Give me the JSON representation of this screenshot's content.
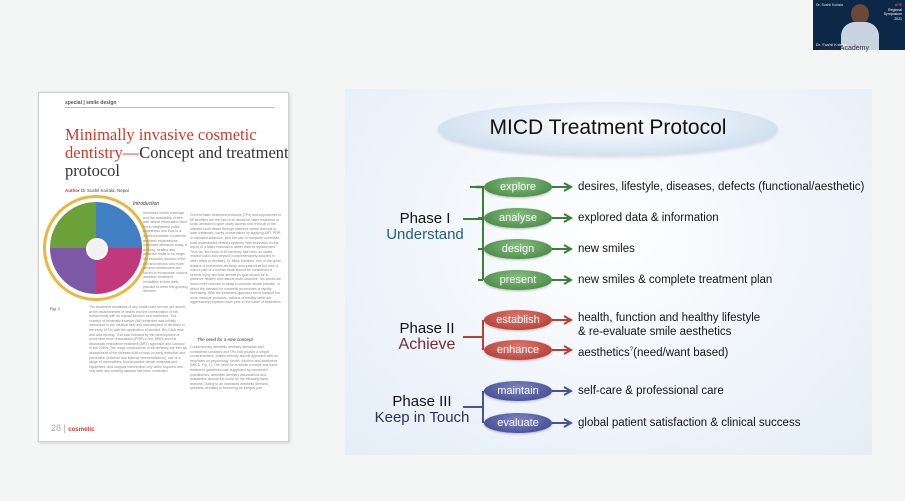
{
  "presenter": {
    "name_top": "Dr. Sushil Koirala",
    "name_bottom": "Dr. Sushil Koirala",
    "banner_brand": "APE",
    "banner_line1": "Regional",
    "banner_line2": "Symposium",
    "banner_year": "2021",
    "caption": "Global Academy"
  },
  "magazine": {
    "header": "special | smile design",
    "title_red": "Minimally invasive cosmetic dentistry—",
    "title_dark": "Concept and treatment protocol",
    "author_label": "Author",
    "author_name": "Dr Sushil Koirala, Nepal",
    "intro_heading": "Introduction",
    "intro_text": "Increased media coverage and the availability of free web-based information have led to heightened public awareness and thus to a marked increase in patients' aesthetic expectations. Increased demands today, a glowing, healthy and attractive smile is no longer the exclusive domain of the rich and famous and more general practitioners are forced to incorporate various aesthetic treatment modalities in their daily practice to meet this growing demand.",
    "fig_label": "Fig. 1",
    "col_left_text": "The treatment modalities of any health care service are aimed at the establishment of health and the conservation of the human body with its natural function and aesthetics. The concept of minimally invasive (MI) treatment was initially introduced in the medical field and was adopted in dentistry in the early 1970s with the application of etchant, Bis-GMA resin and acid etching. This was followed by the development of preventive resin restorations (PRR) in the 1980s and the atraumatic restorative treatment (ART) approach and Carisolv in the 1990s. The major components of MI dentistry are the risk assessment of the disease with a focus on early detection and prevention (external and internal remineralisation), use of a range of restorations, biocompatible dental materials and equipment, and surgical intervention only when required and only after any existing disease has been controlled.",
    "col_right_text": "Current basic treatment protocols (TPs) and approaches in MI dentistry are the use of an abrasion, laser treatment or sonic abrasion to gain cavity access and removal of the infected tooth tissue through selective caries removal or laser treatment, cavity conservation by applying ART, PRR, or standard adhesive; thus the use of computer controlled local anaesthesia delivery systems 'with emphasis on the report of a failed restoration rather than its replacement.' Thus far, the focus of MI dentistry has been on caries related topics and beyond comprehensively adopted in other fields of dentistry. Dr Miles Martinez, one of the great leaders of preventive dentistry, advocated that the loss of even a part of a human tooth should be considered a serious injury and that dentistry's goal should be to preserve healthy and natural tooth structure. His words are much more relevant in today's cosmetic dental practice, in which the demand for cosmetic procedures is rapidly increasing. With the treatment approach trend towards the more invasive protocols, millions of healthy teeth are aggressively prepared each year in the name of aesthetics.",
    "need_heading": "The need for a new concept",
    "col_right_text2": "Contemporary aesthetic dentistry demands well-considered concepts and TPs that provide a simple, comprehensive, patient-friendly and MI approach with an emphasis on psychology, health, function and aesthetics (MICD, Fig. 1). The need for a holistic concept and basic treatment guidelines was suggested by concerned practitioners, aesthetic dentistry associations and academics around the world for the following basic reasons: Owing to an increased aesthetic demand, aesthetic dentistry is becoming an integral part",
    "footer_page": "28",
    "footer_brand": "cosmetic"
  },
  "slide": {
    "title": "MICD Treatment Protocol",
    "phases": [
      {
        "line1": "Phase I",
        "line2": "Understand"
      },
      {
        "line1": "Phase II",
        "line2": "Achieve"
      },
      {
        "line1": "Phase III",
        "line2": "Keep in Touch"
      }
    ],
    "steps": [
      {
        "label": "explore",
        "desc": "desires, lifestyle, diseases, defects (functional/aesthetic)"
      },
      {
        "label": "analyse",
        "desc": "explored data & information"
      },
      {
        "label": "design",
        "desc": "new smiles"
      },
      {
        "label": "present",
        "desc": "new smiles & complete treatment plan"
      },
      {
        "label": "establish",
        "desc": "health, function and healthy lifestyle",
        "desc2": "& re-evaluate smile aesthetics"
      },
      {
        "label": "enhance",
        "desc": "aesthetics",
        "sup": "?",
        "desc_tail": "(need/want based)"
      },
      {
        "label": "maintain",
        "desc": "self-care & professional care"
      },
      {
        "label": "evaluate",
        "desc": "global patient satisfaction & clinical success"
      }
    ],
    "colors": {
      "green": "#4e8e4a",
      "red": "#b9443c",
      "blue": "#4a5197"
    }
  }
}
